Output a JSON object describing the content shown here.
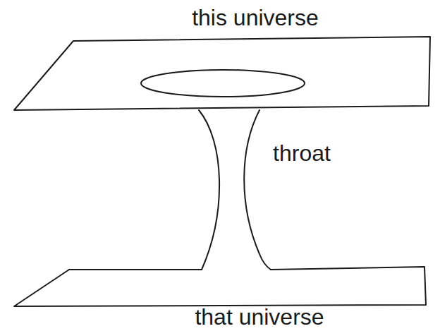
{
  "diagram": {
    "labels": [
      "this universe",
      "throat",
      "that universe"
    ]
  }
}
